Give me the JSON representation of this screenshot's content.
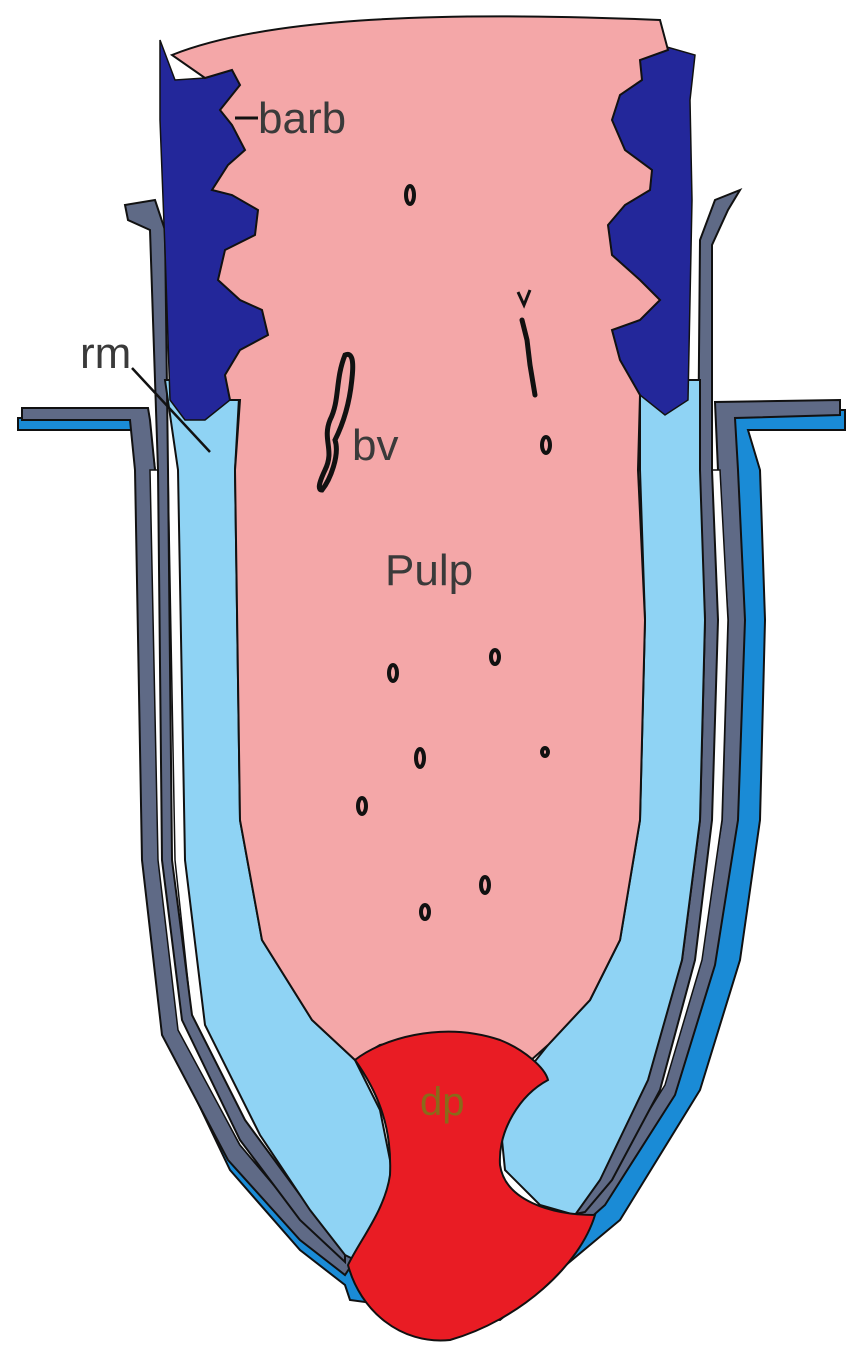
{
  "labels": {
    "barb": "barb",
    "rm": "rm",
    "bv": "bv",
    "pulp": "Pulp",
    "dp": "dp"
  },
  "colors": {
    "pulp": "#f4a7a8",
    "dermal_papilla": "#e91c24",
    "barb_ridges": "#23279a",
    "inner_sheath": "#8fd3f4",
    "sheath_gray": "#5f6a86",
    "outer_blue": "#1a8bd6",
    "outline": "#111111",
    "label_text": "#3a3a3a"
  }
}
